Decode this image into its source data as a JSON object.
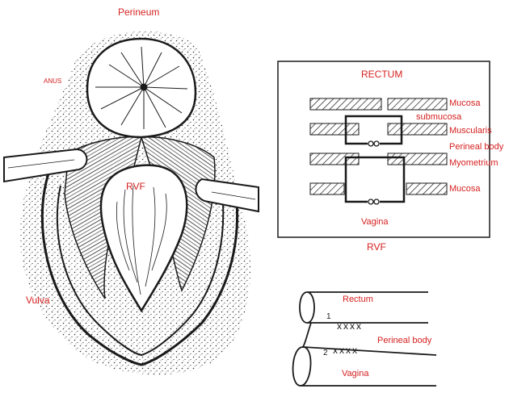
{
  "colors": {
    "ink": "#1a1a1a",
    "label": "#d61f1f",
    "paper": "#ffffff"
  },
  "left_figure": {
    "perineum": "Perineum",
    "anus": "ANUS",
    "rvf": "RVF",
    "vulva": "Vulva"
  },
  "layers_box": {
    "rectum": "RECTUM",
    "mucosa_top": "Mucosa",
    "submucosa": "submucosa",
    "muscularis": "Muscularis",
    "perineal_body": "Perineal body",
    "myometrium": "Myometrium",
    "mucosa_bottom": "Mucosa",
    "vagina": "Vagina",
    "caption": "RVF"
  },
  "closure_diagram": {
    "rectum": "Rectum",
    "perineal_body": "Perineal body",
    "vagina": "Vagina",
    "suture_1": "1",
    "suture_2": "2",
    "stitches_1": "xxxx",
    "stitches_2": "xxxx"
  }
}
